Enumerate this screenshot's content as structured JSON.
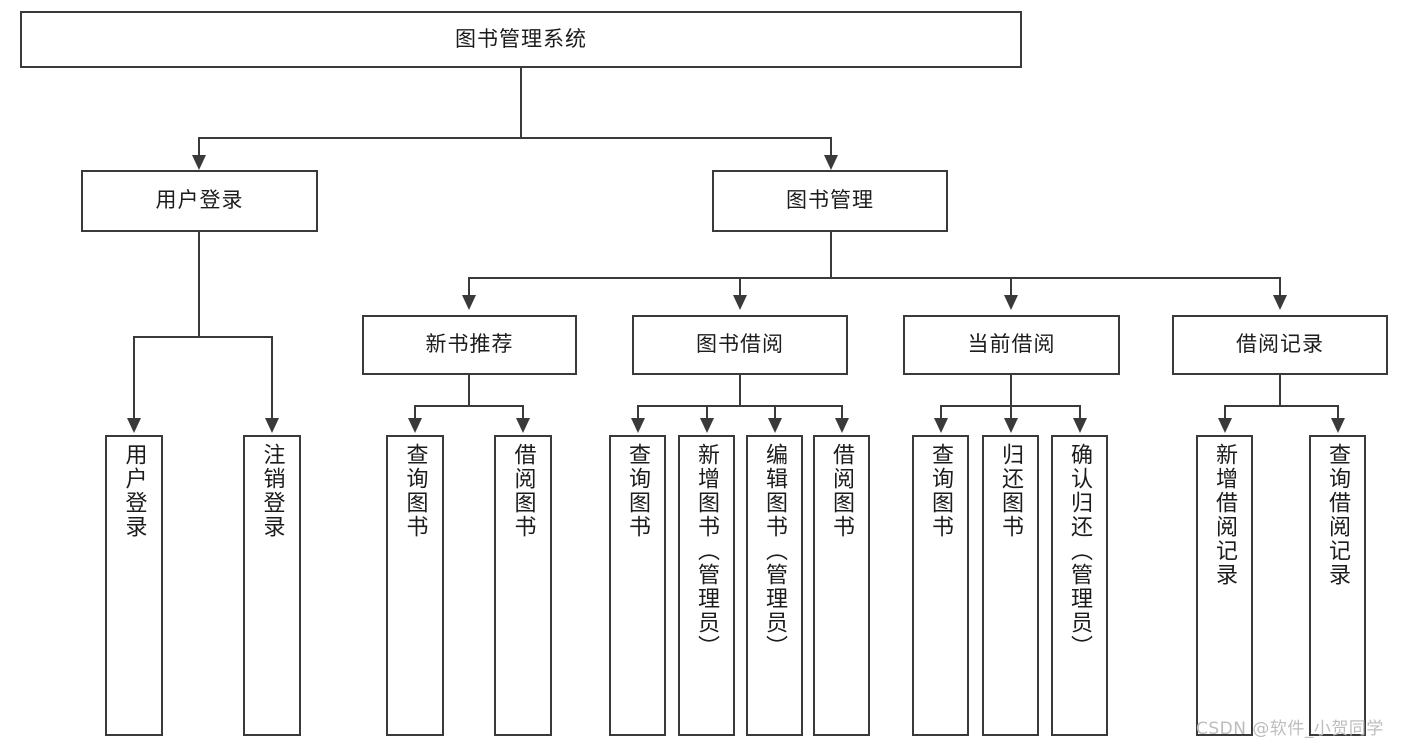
{
  "diagram": {
    "title": "图书管理系统",
    "type": "tree-hierarchy-diagram",
    "root": {
      "label": "图书管理系统"
    },
    "level2": [
      {
        "label": "用户登录"
      },
      {
        "label": "图书管理"
      }
    ],
    "level3": [
      {
        "label": "新书推荐"
      },
      {
        "label": "图书借阅"
      },
      {
        "label": "当前借阅"
      },
      {
        "label": "借阅记录"
      }
    ],
    "leaves": {
      "user_login": [
        {
          "label": "用户登录"
        },
        {
          "label": "注销登录"
        }
      ],
      "new_book_recommend": [
        {
          "label": "查询图书"
        },
        {
          "label": "借阅图书"
        }
      ],
      "book_borrow": [
        {
          "label": "查询图书"
        },
        {
          "label": "新增图书（管理员）"
        },
        {
          "label": "编辑图书（管理员）"
        },
        {
          "label": "借阅图书"
        }
      ],
      "current_borrow": [
        {
          "label": "查询图书"
        },
        {
          "label": "归还图书"
        },
        {
          "label": "确认归还（管理员）"
        }
      ],
      "borrow_record": [
        {
          "label": "新增借阅记录"
        },
        {
          "label": "查询借阅记录"
        }
      ]
    }
  },
  "watermark": {
    "text": "CSDN @软件_小贺同学"
  },
  "colors": {
    "stroke": "#3a3a3a",
    "text": "#1c1c1c",
    "background": "#ffffff",
    "watermark": "#bdbdbd"
  }
}
